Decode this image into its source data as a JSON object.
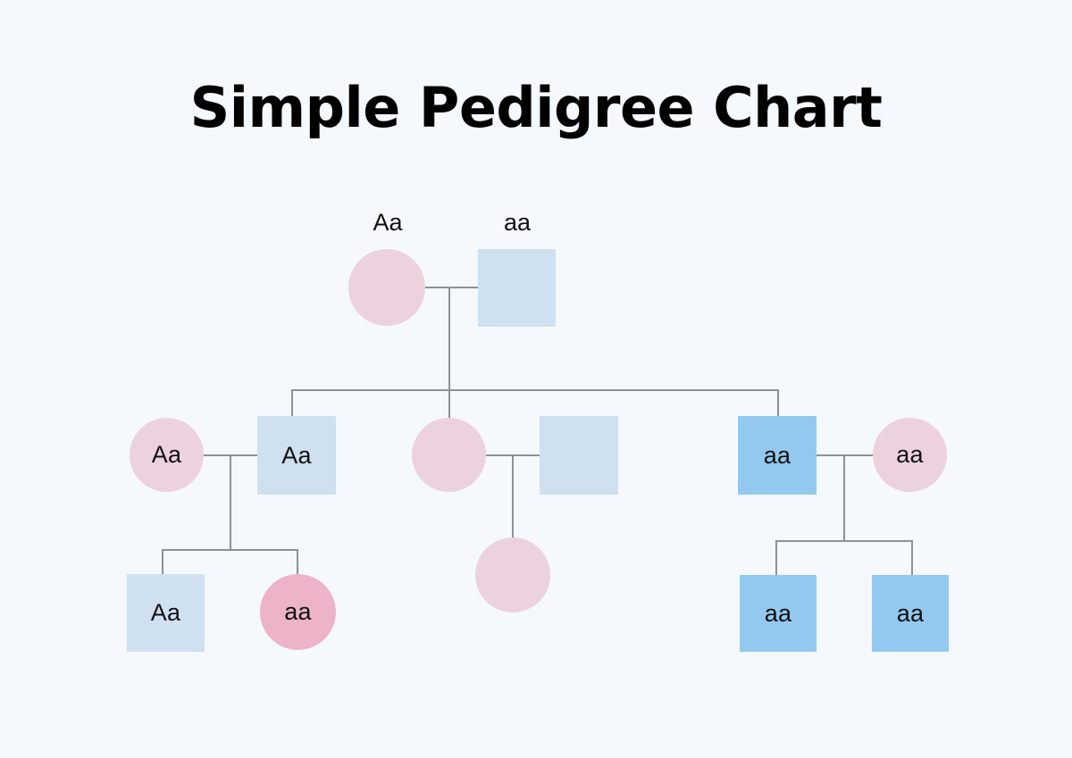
{
  "title": "Simple Pedigree Chart",
  "palette": {
    "background": "#f5f9fd",
    "carrier_pink": "#ecd2de",
    "carrier_blue": "#cfe0f1",
    "affected_blue": "#93c9ef",
    "affected_pink": "#edb3c9",
    "line": "#8a9199",
    "text": "#111111",
    "title_text": "#000000"
  },
  "chart_data": {
    "type": "diagram",
    "subtype": "pedigree",
    "title": "Simple Pedigree Chart",
    "legend": [],
    "generations": [
      {
        "id": "I",
        "members": [
          {
            "id": "I-1",
            "shape": "circle",
            "sex": "female",
            "genotype": "Aa",
            "label_position": "above",
            "fill": "#ecd2de",
            "status": "carrier"
          },
          {
            "id": "I-2",
            "shape": "square",
            "sex": "male",
            "genotype": "aa",
            "label_position": "above",
            "fill": "#cfe0f1",
            "status": "unaffected"
          }
        ]
      },
      {
        "id": "II",
        "members": [
          {
            "id": "II-1",
            "shape": "circle",
            "sex": "female",
            "genotype": "Aa",
            "label_position": "inside",
            "fill": "#ecd2de",
            "status": "carrier"
          },
          {
            "id": "II-2",
            "shape": "square",
            "sex": "male",
            "genotype": "Aa",
            "label_position": "inside",
            "fill": "#cfe0f1",
            "status": "carrier"
          },
          {
            "id": "II-3",
            "shape": "circle",
            "sex": "female",
            "genotype": "",
            "label_position": "inside",
            "fill": "#ecd2de",
            "status": "unlabeled"
          },
          {
            "id": "II-4",
            "shape": "square",
            "sex": "male",
            "genotype": "",
            "label_position": "inside",
            "fill": "#cfe0f1",
            "status": "unlabeled"
          },
          {
            "id": "II-5",
            "shape": "square",
            "sex": "male",
            "genotype": "aa",
            "label_position": "inside",
            "fill": "#93c9ef",
            "status": "affected"
          },
          {
            "id": "II-6",
            "shape": "circle",
            "sex": "female",
            "genotype": "aa",
            "label_position": "inside",
            "fill": "#ecd2de",
            "status": "unaffected"
          }
        ]
      },
      {
        "id": "III",
        "members": [
          {
            "id": "III-1",
            "shape": "square",
            "sex": "male",
            "genotype": "Aa",
            "label_position": "inside",
            "fill": "#cfe0f1",
            "status": "carrier"
          },
          {
            "id": "III-2",
            "shape": "circle",
            "sex": "female",
            "genotype": "aa",
            "label_position": "inside",
            "fill": "#edb3c9",
            "status": "affected"
          },
          {
            "id": "III-3",
            "shape": "circle",
            "sex": "female",
            "genotype": "",
            "label_position": "inside",
            "fill": "#ecd2de",
            "status": "unlabeled"
          },
          {
            "id": "III-4",
            "shape": "square",
            "sex": "male",
            "genotype": "aa",
            "label_position": "inside",
            "fill": "#93c9ef",
            "status": "affected"
          },
          {
            "id": "III-5",
            "shape": "square",
            "sex": "male",
            "genotype": "aa",
            "label_position": "inside",
            "fill": "#93c9ef",
            "status": "affected"
          }
        ]
      }
    ],
    "matings": [
      {
        "partners": [
          "I-1",
          "I-2"
        ],
        "children": [
          "II-2",
          "II-3",
          "II-5"
        ]
      },
      {
        "partners": [
          "II-1",
          "II-2"
        ],
        "children": [
          "III-1",
          "III-2"
        ]
      },
      {
        "partners": [
          "II-3",
          "II-4"
        ],
        "children": [
          "III-3"
        ]
      },
      {
        "partners": [
          "II-5",
          "II-6"
        ],
        "children": [
          "III-4",
          "III-5"
        ]
      }
    ]
  },
  "nodes": {
    "g1_mother": {
      "genotype": "Aa"
    },
    "g1_father": {
      "genotype": "aa"
    },
    "g2_left_female": {
      "genotype": "Aa"
    },
    "g2_left_male": {
      "genotype": "Aa"
    },
    "g2_mid_female": {
      "genotype": ""
    },
    "g2_mid_male": {
      "genotype": ""
    },
    "g2_right_male": {
      "genotype": "aa"
    },
    "g2_right_female": {
      "genotype": "aa"
    },
    "g3_left_male": {
      "genotype": "Aa"
    },
    "g3_left_female": {
      "genotype": "aa"
    },
    "g3_mid_female": {
      "genotype": ""
    },
    "g3_right_male_a": {
      "genotype": "aa"
    },
    "g3_right_male_b": {
      "genotype": "aa"
    }
  }
}
